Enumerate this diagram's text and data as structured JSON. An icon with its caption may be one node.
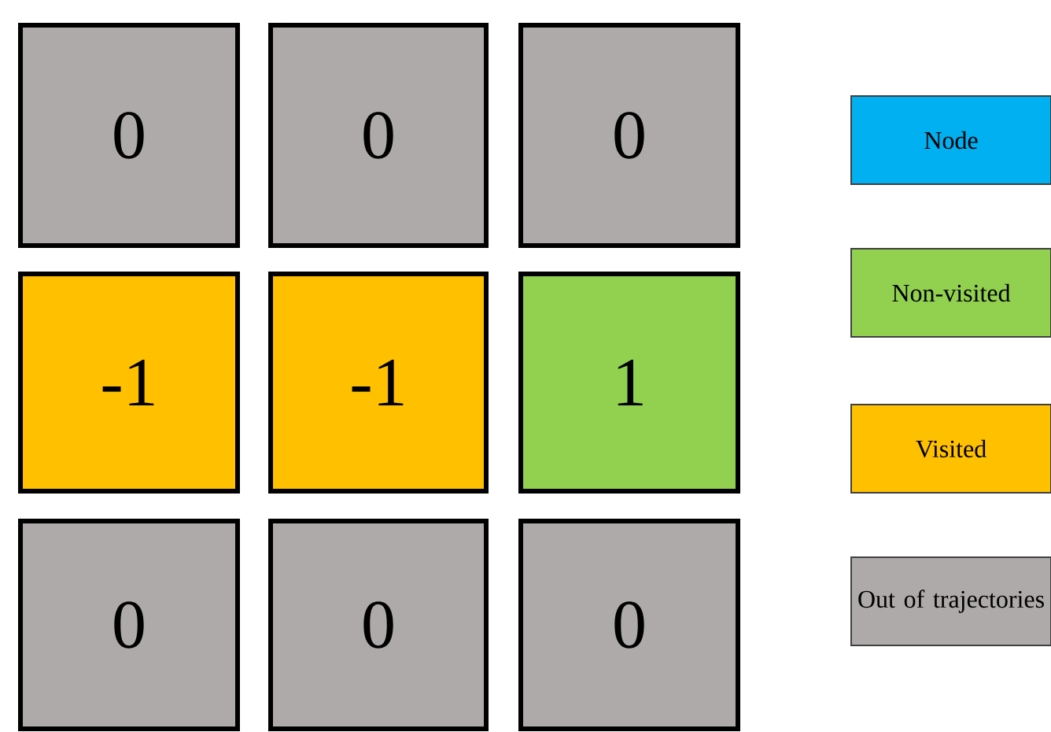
{
  "diagram": {
    "nodes": [
      {
        "text": [
          "0"
        ]
      },
      {
        "text": [
          "0"
        ]
      },
      {
        "text": [
          "0"
        ]
      },
      {
        "text": [
          "-1"
        ]
      },
      {
        "text": [
          "-1"
        ]
      },
      {
        "text": [
          "1"
        ]
      },
      {
        "text": [
          "0"
        ]
      },
      {
        "text": [
          "0"
        ]
      },
      {
        "text": [
          "0"
        ]
      }
    ],
    "legend": [
      {
        "text": "Node",
        "color": "#00b0f0"
      },
      {
        "text": "Non-visited",
        "color": "#92d050"
      },
      {
        "text": "Visited",
        "color": "#ffc000"
      },
      {
        "text": "Out of trajectories",
        "color": "#aeaaaa"
      }
    ]
  }
}
